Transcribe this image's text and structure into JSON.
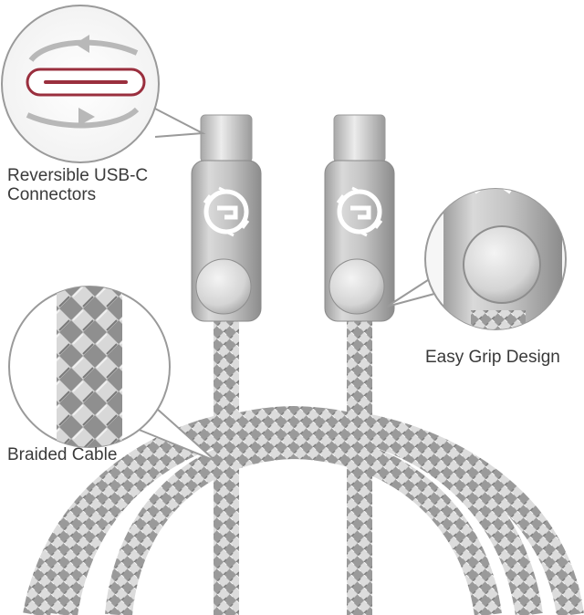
{
  "callouts": {
    "reversible": {
      "line1": "Reversible USB-C",
      "line2": "Connectors"
    },
    "grip": "Easy Grip Design",
    "braided": "Braided Cable"
  },
  "colors": {
    "braid_dark": "#8c8c8c",
    "braid_light": "#e2e2e2",
    "metal": "#c9c9c9",
    "port_outline": "#9a2f3e",
    "callout_border": "#9a9a9a"
  },
  "icons": [
    "logo-emblem",
    "rotate-arrows-icon"
  ]
}
